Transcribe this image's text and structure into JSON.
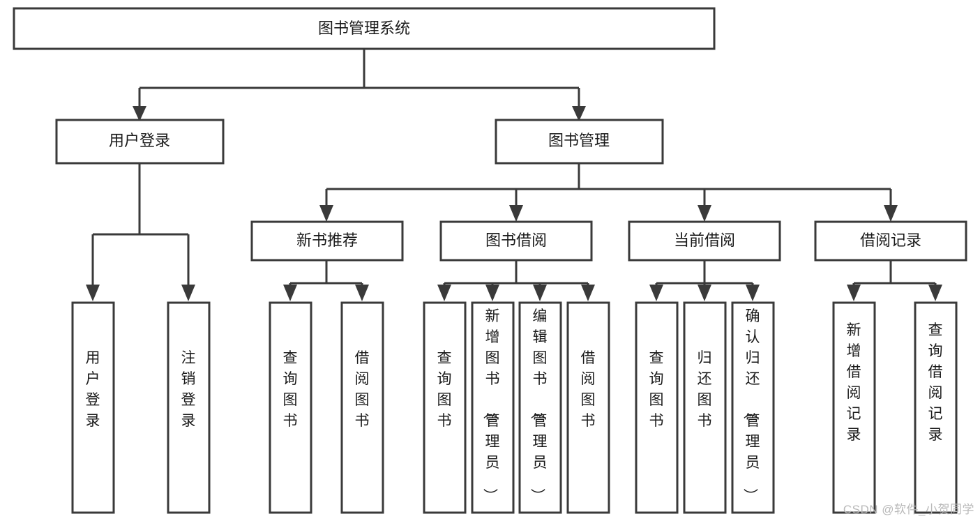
{
  "diagram": {
    "type": "tree",
    "title": "图书管理系统",
    "orientation": "top-down",
    "root": {
      "id": "root",
      "label": "图书管理系统"
    },
    "level2": [
      {
        "id": "user-login",
        "label": "用户登录"
      },
      {
        "id": "book-manage",
        "label": "图书管理"
      }
    ],
    "level3": [
      {
        "id": "new-book-rec",
        "label": "新书推荐",
        "parent": "book-manage"
      },
      {
        "id": "book-borrow",
        "label": "图书借阅",
        "parent": "book-manage"
      },
      {
        "id": "current-borrow",
        "label": "当前借阅",
        "parent": "book-manage"
      },
      {
        "id": "borrow-record",
        "label": "借阅记录",
        "parent": "book-manage"
      }
    ],
    "leaves": [
      {
        "id": "leaf-user-login",
        "label": "用户登录",
        "parent": "user-login"
      },
      {
        "id": "leaf-logout-login",
        "label": "注销登录",
        "parent": "user-login"
      },
      {
        "id": "leaf-query-book-1",
        "label": "查询图书",
        "parent": "new-book-rec"
      },
      {
        "id": "leaf-borrow-book-1",
        "label": "借阅图书",
        "parent": "new-book-rec"
      },
      {
        "id": "leaf-query-book-2",
        "label": "查询图书",
        "parent": "book-borrow"
      },
      {
        "id": "leaf-add-book",
        "label": "新增图书（管理员）",
        "parent": "book-borrow"
      },
      {
        "id": "leaf-edit-book",
        "label": "编辑图书（管理员）",
        "parent": "book-borrow"
      },
      {
        "id": "leaf-borrow-book-2",
        "label": "借阅图书",
        "parent": "book-borrow"
      },
      {
        "id": "leaf-query-book-3",
        "label": "查询图书",
        "parent": "current-borrow"
      },
      {
        "id": "leaf-return-book",
        "label": "归还图书",
        "parent": "current-borrow"
      },
      {
        "id": "leaf-confirm-return",
        "label": "确认归还（管理员）",
        "parent": "current-borrow"
      },
      {
        "id": "leaf-add-record",
        "label": "新增借阅记录",
        "parent": "borrow-record"
      },
      {
        "id": "leaf-query-record",
        "label": "查询借阅记录",
        "parent": "borrow-record"
      }
    ],
    "colors": {
      "box_stroke": "#3a3a3a",
      "box_fill": "#ffffff",
      "text": "#1a1a1a",
      "background": "#ffffff",
      "watermark": "#b9b9b9"
    }
  },
  "watermark": {
    "text": "CSDN @软件_小贺同学"
  }
}
